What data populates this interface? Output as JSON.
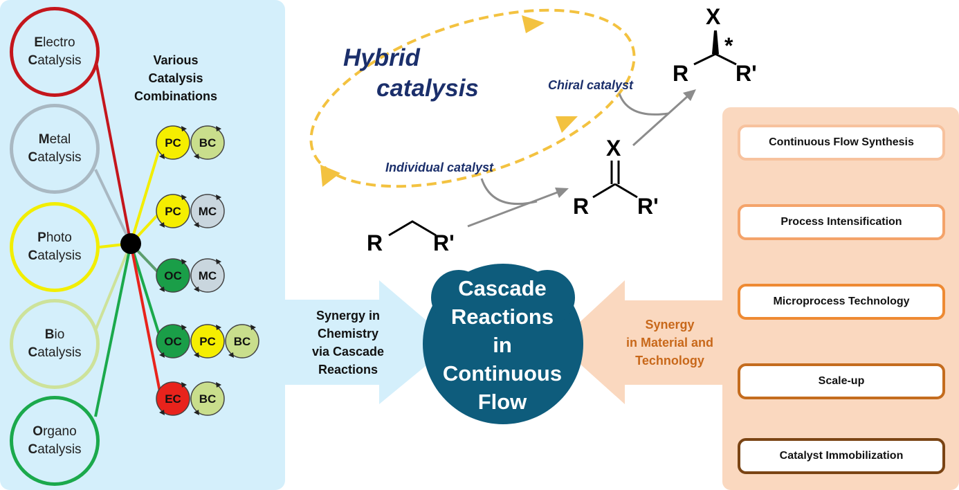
{
  "catalysis_types": [
    {
      "letter": "E",
      "rest": "lectro",
      "second_letter": "C",
      "second_rest": "atalysis",
      "color": "#c4161c"
    },
    {
      "letter": "M",
      "rest": "etal",
      "second_letter": "C",
      "second_rest": "atalysis",
      "color": "#a9b8c2"
    },
    {
      "letter": "P",
      "rest": "hoto",
      "second_letter": "C",
      "second_rest": "atalysis",
      "color": "#f2ee00"
    },
    {
      "letter": "B",
      "rest": "io",
      "second_letter": "C",
      "second_rest": "atalysis",
      "color": "#cde29a"
    },
    {
      "letter": "O",
      "rest": "rgano",
      "second_letter": "C",
      "second_rest": "atalysis",
      "color": "#1ba94c"
    }
  ],
  "combinations_title": [
    "Various",
    "Catalysis",
    "Combinations"
  ],
  "combinations": [
    [
      "PC",
      "BC"
    ],
    [
      "PC",
      "MC"
    ],
    [
      "OC",
      "MC"
    ],
    [
      "OC",
      "PC",
      "BC"
    ],
    [
      "EC",
      "BC"
    ]
  ],
  "combo_colors": {
    "PC": "#f5ee00",
    "BC": "#c9de8c",
    "MC": "#c9d6de",
    "OC": "#1a9e48",
    "EC": "#e8231c"
  },
  "hybrid_label": [
    "Hybrid",
    "catalysis"
  ],
  "chiral_catalyst_label": "Chiral catalyst",
  "individual_catalyst_label": "Individual catalyst",
  "chemistry": {
    "substrate_left": "R",
    "substrate_right": "R'",
    "ketone_top": "X",
    "ketone_left": "R",
    "ketone_right": "R'",
    "chiral_top": "X",
    "chiral_left": "R",
    "chiral_right": "R'",
    "stereo_mark": "*"
  },
  "center_title": [
    "Cascade",
    "Reactions",
    "in",
    "Continuous",
    "Flow"
  ],
  "left_synergy": [
    "Synergy in",
    "Chemistry",
    "via Cascade",
    "Reactions"
  ],
  "right_synergy": [
    "Synergy",
    "in Material and",
    "Technology"
  ],
  "technologies": [
    {
      "label": "Continuous Flow Synthesis",
      "color": "#f7c29e"
    },
    {
      "label": "Process Intensification",
      "color": "#f4a36a"
    },
    {
      "label": "Microprocess Technology",
      "color": "#ee8a33"
    },
    {
      "label": "Scale-up",
      "color": "#c46c1e"
    },
    {
      "label": "Catalyst Immobilization",
      "color": "#7a4414"
    }
  ],
  "colors": {
    "center_blob": "#0e5c7c",
    "left_panel": "#d4effb",
    "right_panel": "#fad8bf",
    "hybrid_ring": "#f3c240",
    "dark_blue_text": "#1b2f6b",
    "orange_text": "#c8681a"
  }
}
